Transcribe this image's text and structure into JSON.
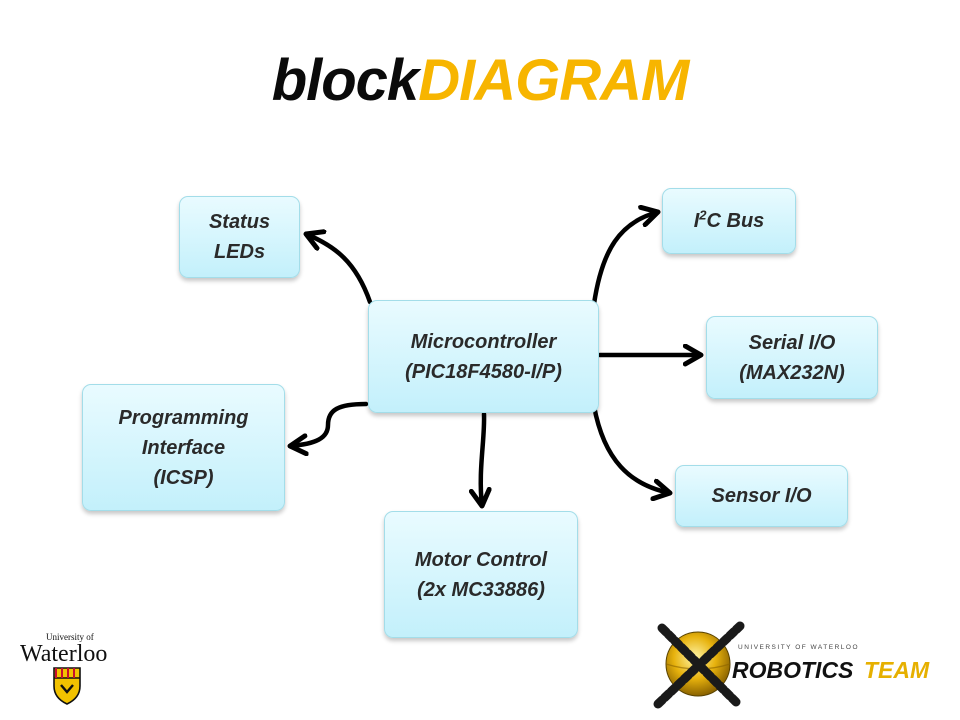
{
  "title": {
    "part1": "block",
    "part2": "DIAGRAM",
    "color_black": "#0a0a0a",
    "color_accent": "#f7b500"
  },
  "blocks": {
    "status_leds": {
      "line1": "Status",
      "line2": "LEDs"
    },
    "i2c_bus": {
      "prefix": "I",
      "superscript": "2",
      "suffix": "C Bus"
    },
    "microcontroller": {
      "line1": "Microcontroller",
      "line2": "(PIC18F4580-I/P)"
    },
    "serial_io": {
      "line1": "Serial I/O",
      "line2": "(MAX232N)"
    },
    "programming_interface": {
      "line1": "Programming",
      "line2": "Interface",
      "line3": "(ICSP)"
    },
    "sensor_io": {
      "line1": "Sensor I/O"
    },
    "motor_control": {
      "line1": "Motor Control",
      "line2": "(2x MC33886)"
    }
  },
  "colors": {
    "box_fill": "#c3f0fb",
    "box_border": "#a3dde9",
    "text": "#2a2a2a"
  },
  "logos": {
    "waterloo": {
      "line1": "University of",
      "line2": "Waterloo"
    },
    "robotics": {
      "arc_text": "UNIVERSITY OF WATERLOO",
      "word1": "ROBOTICS",
      "word2": "TEAM"
    }
  }
}
